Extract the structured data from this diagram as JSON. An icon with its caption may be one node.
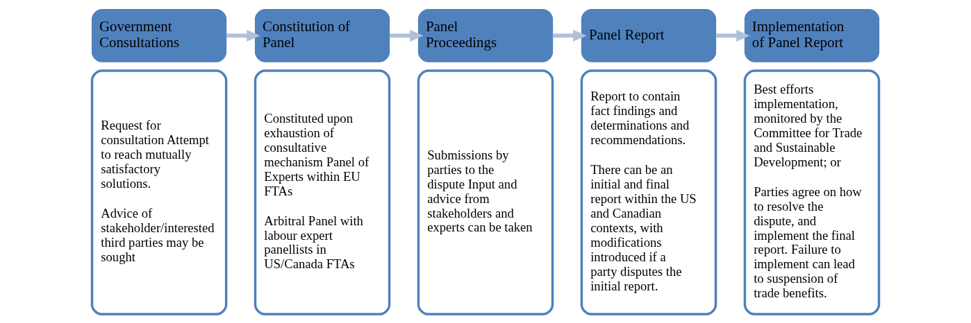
{
  "diagram": {
    "nodes": [
      {
        "text": [
          "Government Consultations"
        ]
      },
      {
        "text": [
          "Request for consultation Attempt to reach mutually satisfactory solutions.",
          "Advice of stakeholder/interested third parties may be sought"
        ]
      },
      {
        "text": [
          "Constitution of Panel"
        ]
      },
      {
        "text": [
          "Constituted upon exhaustion of consultative mechanism Panel of Experts within EU FTAs",
          "Arbitral Panel with labour expert panellists in US/Canada FTAs"
        ]
      },
      {
        "text": [
          "Panel Proceedings"
        ]
      },
      {
        "text": [
          "Submissions by parties to the dispute Input and advice from stakeholders and experts can be taken"
        ]
      },
      {
        "text": [
          "Panel Report"
        ]
      },
      {
        "text": [
          "Report to contain fact findings and determinations and recommendations.",
          "There can be an initial and final report within the US and Canadian contexts, with modifications introduced if a party disputes the initial report."
        ]
      },
      {
        "text": [
          "Implementation of Panel Report"
        ]
      },
      {
        "text": [
          "Best efforts implementation, monitored by the Committee for Trade and Sustainable Development; or",
          "Parties agree on how to resolve the dispute, and implement the final report. Failure to implement can lead to suspension of trade benefits."
        ]
      }
    ],
    "edges": [
      {
        "from": 0,
        "to": 2,
        "arrow": "to"
      },
      {
        "from": 2,
        "to": 4,
        "arrow": "to"
      },
      {
        "from": 4,
        "to": 6,
        "arrow": "to"
      },
      {
        "from": 6,
        "to": 8,
        "arrow": "to"
      }
    ]
  }
}
